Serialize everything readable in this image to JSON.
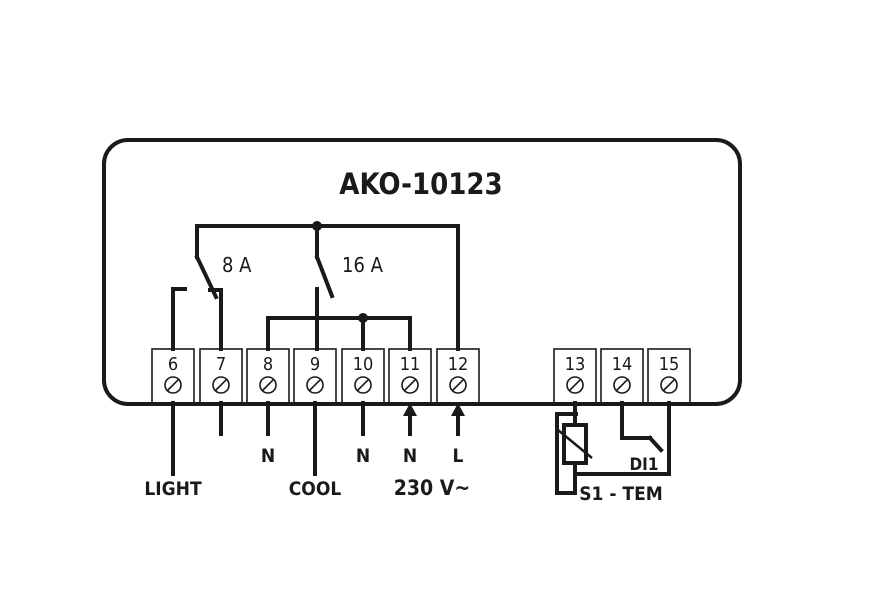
{
  "model": "AKO-10123",
  "relays": {
    "r1_rating": "8 A",
    "r2_rating": "16 A"
  },
  "terminals": [
    "6",
    "7",
    "8",
    "9",
    "10",
    "11",
    "12",
    "13",
    "14",
    "15"
  ],
  "labels": {
    "t8": "N",
    "t10": "N",
    "t11": "N",
    "t12": "L",
    "light": "LIGHT",
    "cool": "COOL",
    "supply": "230 V~",
    "di": "DI1",
    "sensor": "S1 - TEM"
  }
}
